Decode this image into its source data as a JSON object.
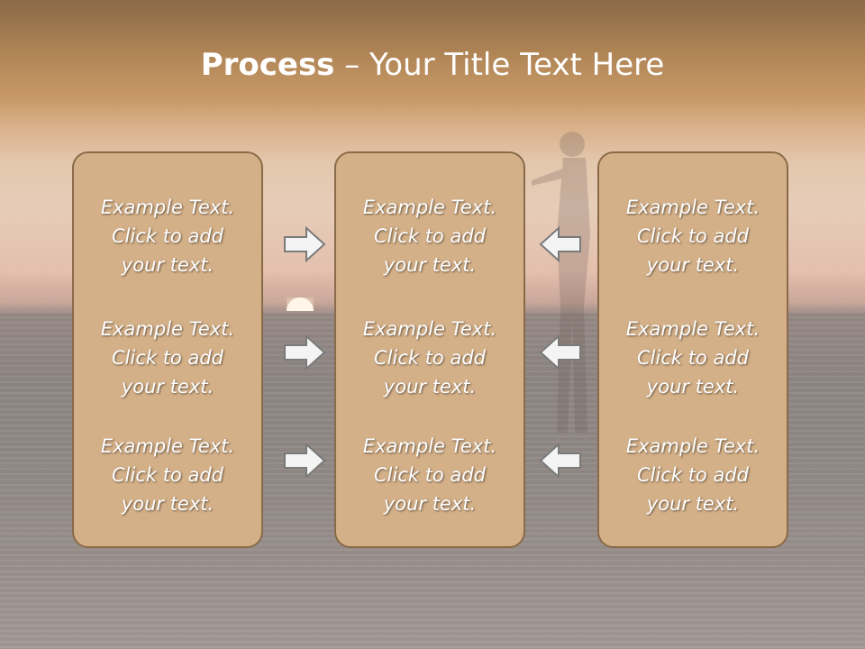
{
  "slide": {
    "title_bold": "Process",
    "title_rest": " – Your Title Text Here"
  },
  "columns": [
    {
      "items": [
        "Example Text.\nClick  to add\nyour text.",
        "Example Text.\nClick  to add\nyour text.",
        "Example Text.\nClick  to add\nyour text."
      ]
    },
    {
      "items": [
        "Example Text.\nClick  to add\nyour text.",
        "Example Text.\nClick  to add\nyour text.",
        "Example Text.\nClick  to add\nyour text."
      ]
    },
    {
      "items": [
        "Example Text.\nClick  to add\nyour text.",
        "Example Text.\nClick  to add\nyour text.",
        "Example Text.\nClick  to add\nyour text."
      ]
    }
  ],
  "arrows": {
    "left_to_middle": "right-arrow-icon",
    "right_to_middle": "left-arrow-icon"
  },
  "colors": {
    "box_fill": "#d4b088",
    "box_border": "#8a6a48",
    "title_color": "#ffffff"
  }
}
